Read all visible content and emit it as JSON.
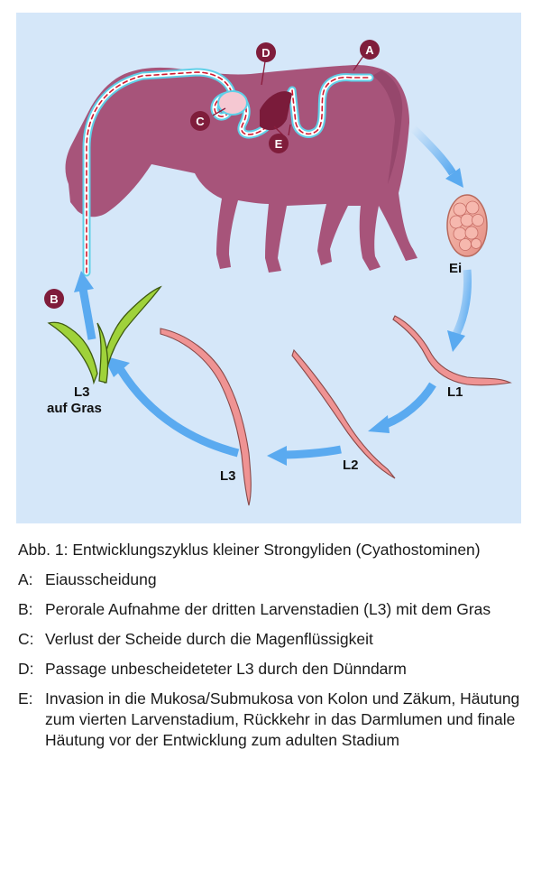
{
  "figure": {
    "labels": {
      "egg": "Ei",
      "l1": "L1",
      "l2": "L2",
      "l3": "L3",
      "l3_grass_line1": "L3",
      "l3_grass_line2": "auf Gras"
    },
    "markers": {
      "a": "A",
      "b": "B",
      "c": "C",
      "d": "D",
      "e": "E"
    },
    "colors": {
      "background": "#d5e7f9",
      "horse": "#a7547a",
      "cycle_arrow": "#5aaaf0",
      "larva": "#ef9393",
      "marker": "#7f1d3b",
      "grass": "#9fd23a",
      "intestine_outline": "#5fd0e8",
      "path_dash": "#d1182e"
    }
  },
  "caption": {
    "prefix": "Abb. 1:",
    "title": " Entwicklungszyklus kleiner Strongyliden (Cyathostominen)",
    "legend": [
      {
        "key": "A:",
        "text": "Eiausscheidung"
      },
      {
        "key": "B:",
        "text": "Perorale Aufnahme der dritten Larvenstadien (L3) mit dem Gras"
      },
      {
        "key": "C:",
        "text": "Verlust der Scheide durch die Magenflüssigkeit"
      },
      {
        "key": "D:",
        "text": "Passage unbescheideteter L3 durch den Dünndarm"
      },
      {
        "key": "E:",
        "text": "Invasion in die Mukosa/Submukosa von Kolon und Zäkum, Häutung zum vierten Larvenstadium, Rückkehr in das Darmlumen und finale Häutung vor der Entwicklung zum adulten Stadium"
      }
    ]
  }
}
